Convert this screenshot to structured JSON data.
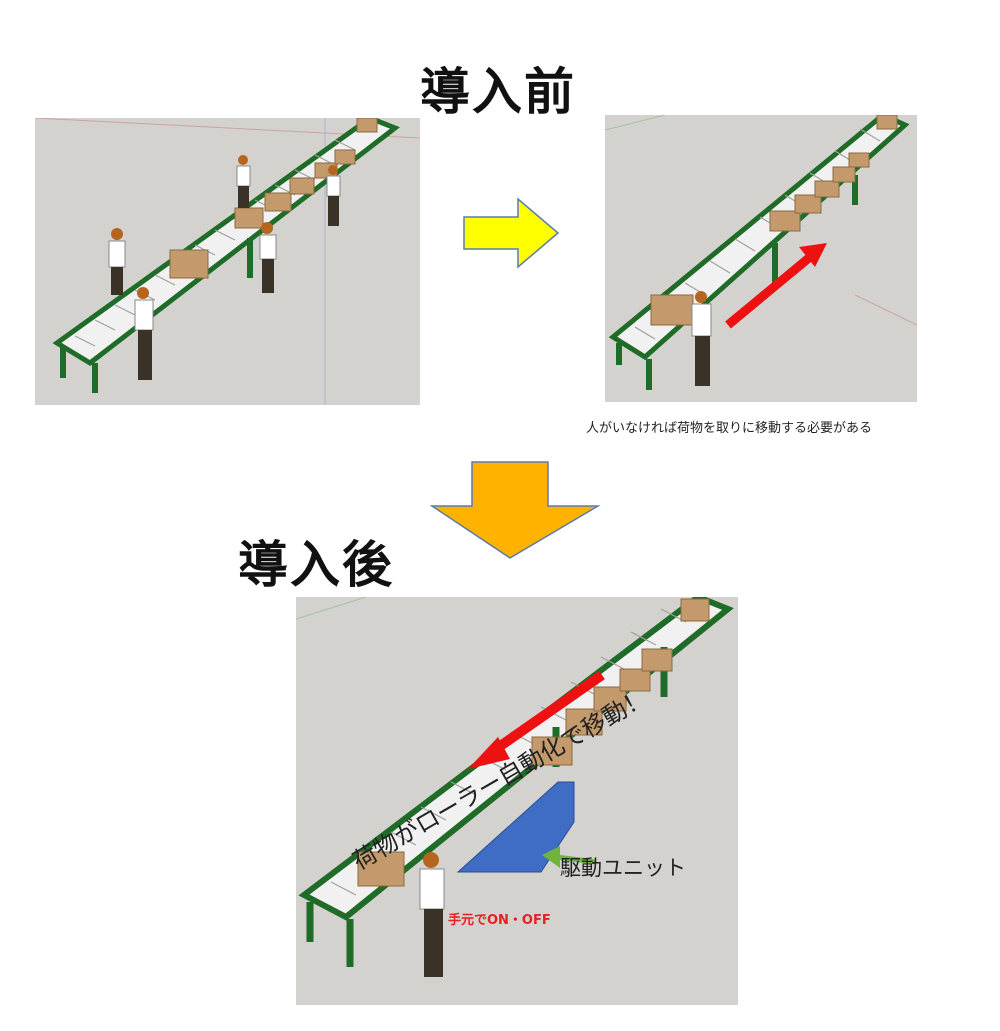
{
  "headings": {
    "before": "導入前",
    "after": "導入後"
  },
  "captions": {
    "before_note": "人がいなければ荷物を取りに移動する必要がある"
  },
  "annotations": {
    "drive_unit": "駆動ユニット",
    "hand_switch": "手元でON・OFF",
    "auto_move": "荷物がローラー自動化で移動！"
  },
  "colors": {
    "frame_green": "#1f6b28",
    "box_brown": "#c49a6c",
    "arrow_yellow": "#ffff00",
    "arrow_orange": "#ffb300",
    "arrow_red": "#ee1111",
    "drive_blue": "#3f6cc4",
    "pointer_green": "#6fb43f",
    "hand_text_red": "#e62020"
  },
  "icons": {
    "right_arrow": "right-arrow-icon",
    "down_arrow": "down-arrow-icon",
    "worker": "worker-icon",
    "cardboard_box": "box-icon"
  }
}
